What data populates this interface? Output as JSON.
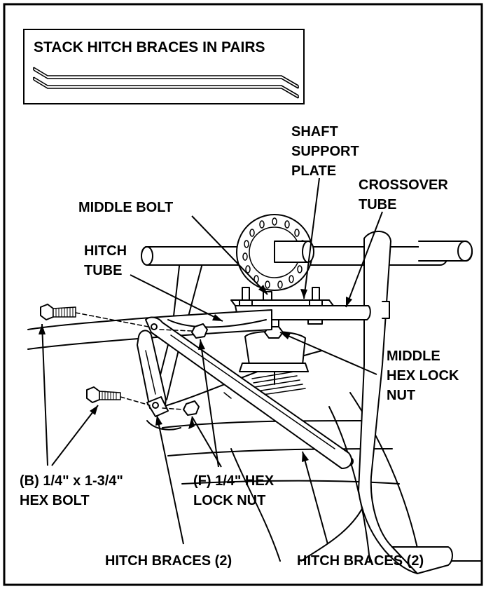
{
  "inset": {
    "title": "STACK HITCH BRACES IN PAIRS"
  },
  "labels": {
    "shaft_support_plate": [
      "SHAFT",
      "SUPPORT",
      "PLATE"
    ],
    "crossover_tube": [
      "CROSSOVER",
      "TUBE"
    ],
    "middle_bolt": [
      "MIDDLE BOLT"
    ],
    "hitch_tube": [
      "HITCH",
      "TUBE"
    ],
    "middle_hex_lock_nut": [
      "MIDDLE",
      "HEX LOCK",
      "NUT"
    ],
    "hex_bolt": [
      "(B) 1/4\" x 1-3/4\"",
      "HEX BOLT"
    ],
    "hex_lock_nut": [
      "(F) 1/4\" HEX",
      "LOCK NUT"
    ],
    "hitch_braces_left": [
      "HITCH BRACES (2)"
    ],
    "hitch_braces_right": [
      "HITCH BRACES (2)"
    ]
  },
  "colors": {
    "ink": "#000000",
    "paper": "#ffffff"
  }
}
